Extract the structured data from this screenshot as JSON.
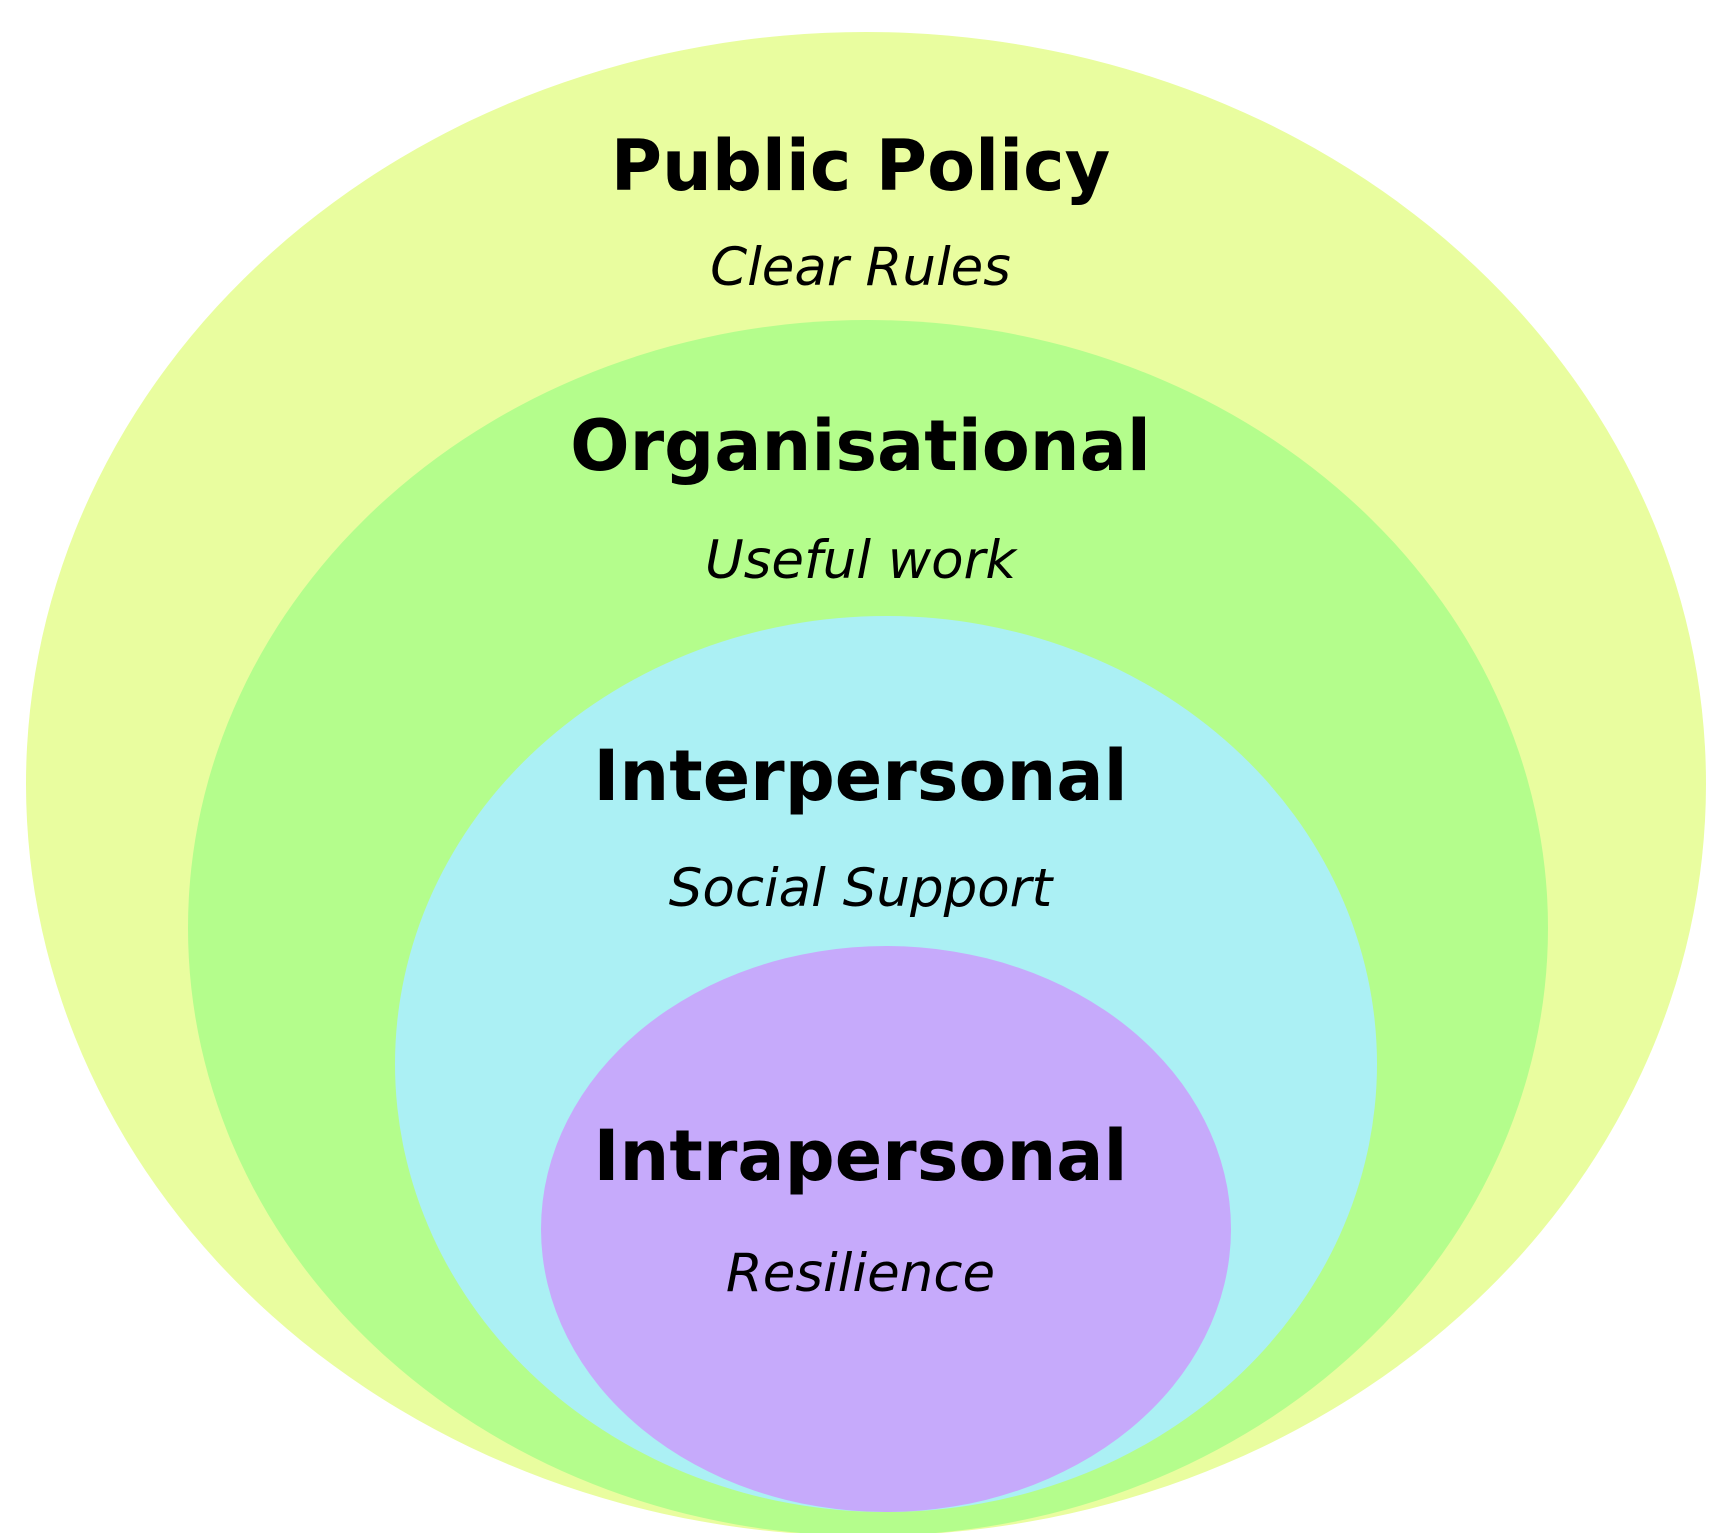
{
  "levels": [
    {
      "title": "Public Policy",
      "subtitle": "Clear Rules",
      "color": "#E9FD9F"
    },
    {
      "title": "Organisational",
      "subtitle": "Useful work",
      "color": "#B4FD8C"
    },
    {
      "title": "Interpersonal",
      "subtitle": "Social Support",
      "color": "#ABF0F4"
    },
    {
      "title": "Intrapersonal",
      "subtitle": "Resilience",
      "color": "#C6AAFB"
    }
  ]
}
